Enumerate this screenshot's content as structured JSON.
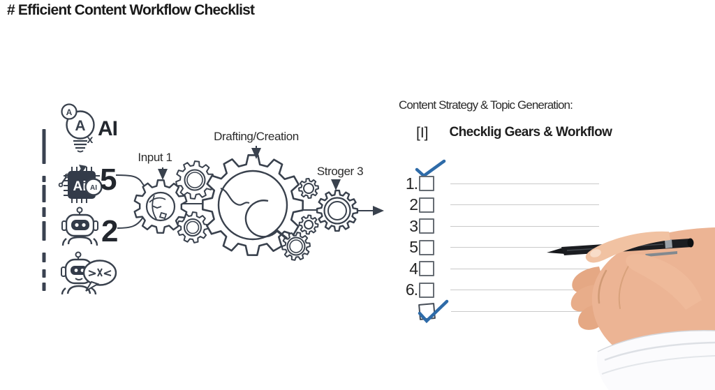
{
  "title": "# Efficient Content Workflow Checklist",
  "colors": {
    "ink": "#39414d",
    "accent_blue": "#2e6ba8",
    "line_gray": "#c9c9c9"
  },
  "icon_column": {
    "items": [
      {
        "icon": "lightbulb-ai-icon",
        "bulb_letter": "A",
        "badge": "A",
        "mark": "x",
        "label": "AI"
      },
      {
        "icon": "ai-chip-icon",
        "chip_text": "Ai",
        "badge": "AI",
        "label": "5"
      },
      {
        "icon": "robot-icon",
        "label": "2"
      },
      {
        "icon": "robot-chat-icon",
        "label": ""
      }
    ]
  },
  "diagram": {
    "labels": [
      {
        "text": "Input 1"
      },
      {
        "text": "Drafting/Creation"
      },
      {
        "text": "Stroger 3"
      }
    ]
  },
  "checklist": {
    "header": "Content Strategy & Topic Generation:",
    "bracket": "[I]",
    "subtitle": "Checklig Gears & Workflow",
    "items": [
      {
        "num": "1.",
        "checked": false
      },
      {
        "num": "2",
        "checked": false
      },
      {
        "num": "3",
        "checked": false
      },
      {
        "num": "5",
        "checked": false
      },
      {
        "num": "4",
        "checked": false
      },
      {
        "num": "6.",
        "checked": false
      },
      {
        "num": "",
        "checked": true
      }
    ]
  }
}
